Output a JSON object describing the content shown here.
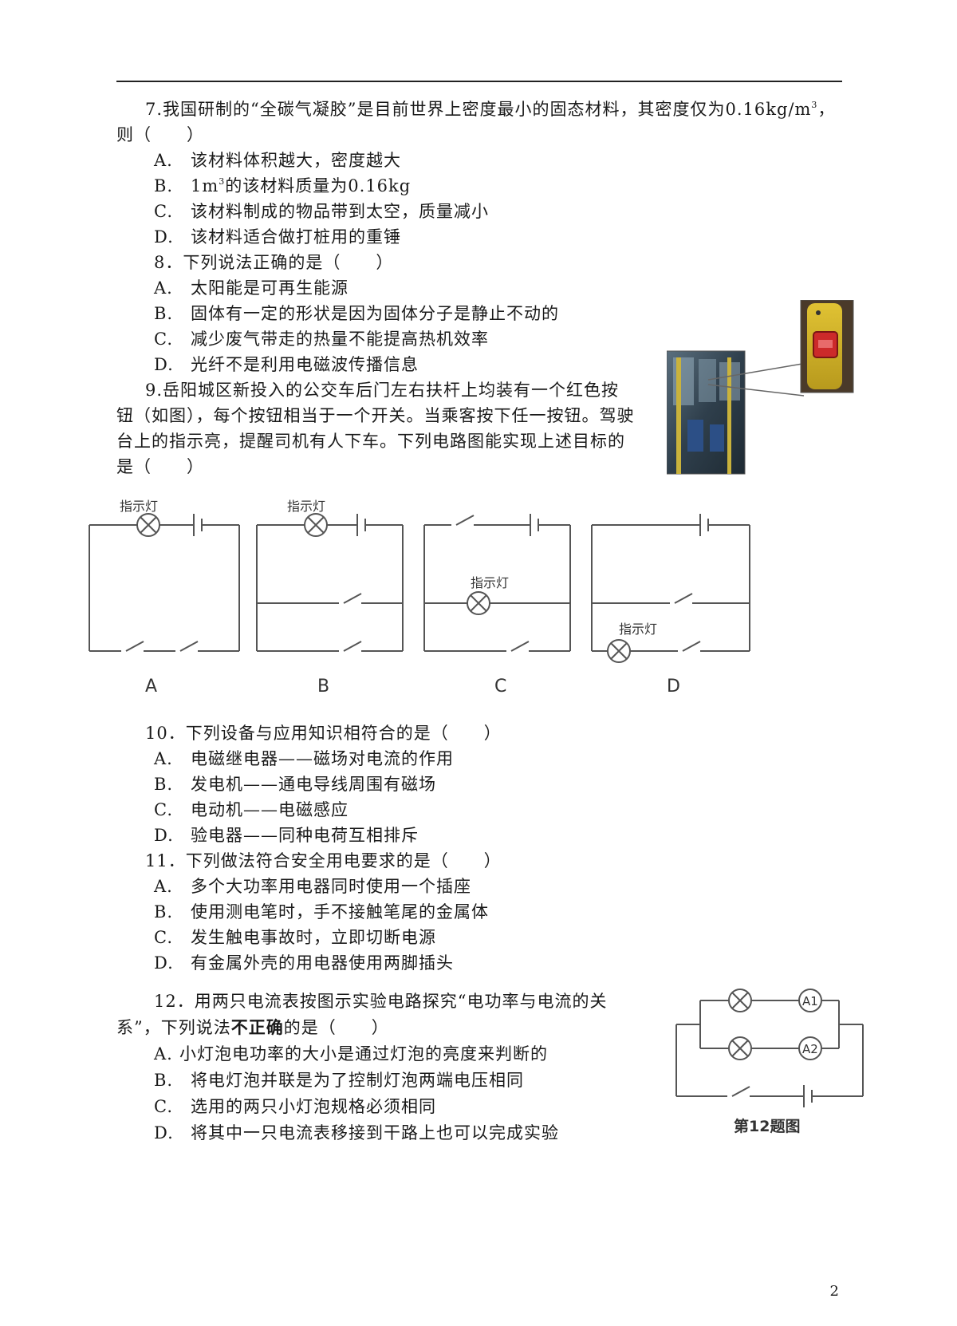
{
  "q7": {
    "stem_1": "7.我国研制的“全碳气凝胶”是目前世界上密度最小的固态材料，其密度仅为0.16kg/m",
    "stem_1_sup": "3",
    "stem_1_end": "，",
    "stem_2": "则（　　）",
    "options": [
      {
        "letter": "A.",
        "text": "该材料体积越大，密度越大"
      },
      {
        "letter": "B.",
        "pre": "1m",
        "sup": "3",
        "text": "的该材料质量为0.16kg"
      },
      {
        "letter": "C.",
        "text": "该材料制成的物品带到太空，质量减小"
      },
      {
        "letter": "D.",
        "text": "该材料适合做打桩用的重锤"
      }
    ]
  },
  "q8": {
    "stem": "8．下列说法正确的是（　　）",
    "options": [
      {
        "letter": "A.",
        "text": "太阳能是可再生能源"
      },
      {
        "letter": "B.",
        "text": "固体有一定的形状是因为固体分子是静止不动的"
      },
      {
        "letter": "C.",
        "text": "减少废气带走的热量不能提高热机效率"
      },
      {
        "letter": "D.",
        "text": "光纤不是利用电磁波传播信息"
      }
    ]
  },
  "q9": {
    "stem_1": "9.岳阳城区新投入的公交车后门左右扶杆上均装有一个红色按",
    "stem_2": "钮（如图），每个按钮相当于一个开关。当乘客按下任一按钮。驾驶",
    "stem_3": "台上的指示亮，提醒司机有人下车。下列电路图能实现上述目标的",
    "stem_4": "是（　　）",
    "circuit_label": "指示灯",
    "circuit_letters": [
      "A",
      "B",
      "C",
      "D"
    ]
  },
  "q10": {
    "stem": "10．下列设备与应用知识相符合的是（　　）",
    "options": [
      {
        "letter": "A.",
        "text": "电磁继电器——磁场对电流的作用"
      },
      {
        "letter": "B.",
        "text": "发电机——通电导线周围有磁场"
      },
      {
        "letter": "C.",
        "text": "电动机——电磁感应"
      },
      {
        "letter": "D.",
        "text": "验电器——同种电荷互相排斥"
      }
    ]
  },
  "q11": {
    "stem": "11．下列做法符合安全用电要求的是（　　）",
    "options": [
      {
        "letter": "A.",
        "text": "多个大功率用电器同时使用一个插座"
      },
      {
        "letter": "B.",
        "text": "使用测电笔时，手不接触笔尾的金属体"
      },
      {
        "letter": "C.",
        "text": "发生触电事故时，立即切断电源"
      },
      {
        "letter": "D.",
        "text": "有金属外壳的用电器使用两脚插头"
      }
    ]
  },
  "q12": {
    "stem_1": "12．用两只电流表按图示实验电路探究“电功率与电流的关",
    "stem_2_a": "系”，下列说法",
    "stem_2_bold": "不正确",
    "stem_2_b": "的是（　　）",
    "options": [
      {
        "letter": "A.",
        "text": "小灯泡电功率的大小是通过灯泡的亮度来判断的"
      },
      {
        "letter": "B.",
        "text": "将电灯泡并联是为了控制灯泡两端电压相同"
      },
      {
        "letter": "C.",
        "text": "选用的两只小灯泡规格必须相同"
      },
      {
        "letter": "D.",
        "text": "将其中一只电流表移接到干路上也可以完成实验"
      }
    ],
    "figure_caption": "第12题图",
    "meter_1": "A1",
    "meter_2": "A2"
  },
  "page_number": "2"
}
